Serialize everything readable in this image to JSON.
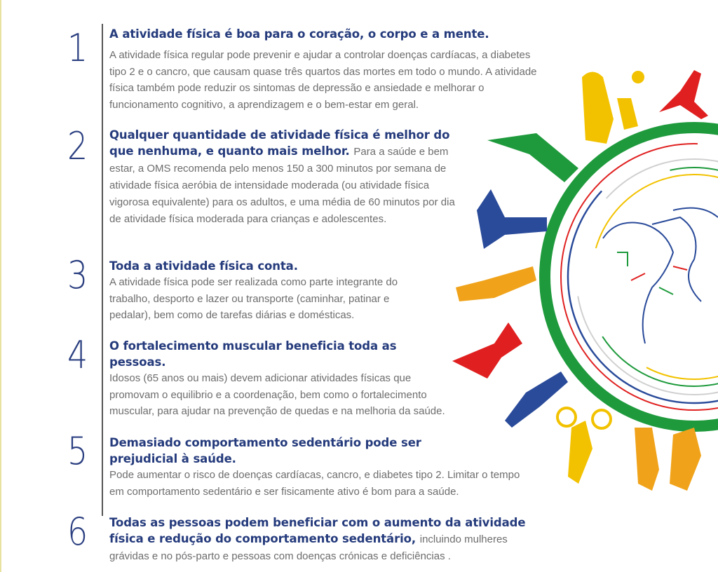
{
  "colors": {
    "navy": "#253b7c",
    "body": "#6d6d6d",
    "green": "#1e9a3c",
    "red": "#e02020",
    "yellow": "#f2c200",
    "orange": "#f0a31a",
    "blue": "#2a4b9a"
  },
  "sections": [
    {
      "number": "1",
      "heading": "A atividade física é boa para o coração, o corpo e a mente.",
      "heading_inline_body": "",
      "body": "A atividade física regular pode prevenir e ajudar a controlar doenças cardíacas, a diabetes tipo 2 e o cancro, que causam quase três quartos das mortes em todo o mundo. A atividade física também pode reduzir os sintomas de depressão e ansiedade e melhorar o funcionamento cognitivo, a aprendizagem e o bem-estar em geral."
    },
    {
      "number": "2",
      "heading": "Qualquer quantidade de atividade física é melhor do que nenhuma, e quanto mais melhor.",
      "heading_inline_body": "Para a saúde e bem estar, a OMS recomenda pelo menos 150 a 300 minutos por semana de atividade física aeróbia de intensidade moderada (ou atividade física vigorosa equivalente) para os adultos, e uma média de 60 minutos por dia de atividade física moderada para crianças e adolescentes.",
      "body": ""
    },
    {
      "number": "3",
      "heading": "Toda a atividade física conta.",
      "heading_inline_body": "",
      "body": "A atividade física pode ser realizada como parte integrante do trabalho, desporto e lazer ou transporte (caminhar, patinar e pedalar), bem como de tarefas diárias e domésticas."
    },
    {
      "number": "4",
      "heading": "O fortalecimento muscular beneficia toda as pessoas.",
      "heading_inline_body": "",
      "body": "Idosos (65 anos ou mais) devem adicionar atividades físicas que promovam o equilibrio e a coordenação, bem como o fortalecimento muscular, para ajudar na prevenção de quedas e na melhoria da saúde."
    },
    {
      "number": "5",
      "heading": "Demasiado comportamento sedentário pode ser prejudicial à saúde.",
      "heading_inline_body": "",
      "body": "Pode aumentar o risco de doenças cardíacas, cancro, e diabetes tipo 2. Limitar o tempo em comportamento sedentário e ser fisicamente ativo é bom para a saúde."
    },
    {
      "number": "6",
      "heading": "Todas as pessoas podem beneficiar com o aumento da atividade física e redução do comportamento sedentário,",
      "heading_inline_body": "incluindo mulheres grávidas e no pós-parto e pessoas com doenças crónicas e deficiências .",
      "body": ""
    }
  ],
  "illustration": {
    "icons": [
      "globe-icon",
      "people-silhouettes-icon"
    ]
  }
}
